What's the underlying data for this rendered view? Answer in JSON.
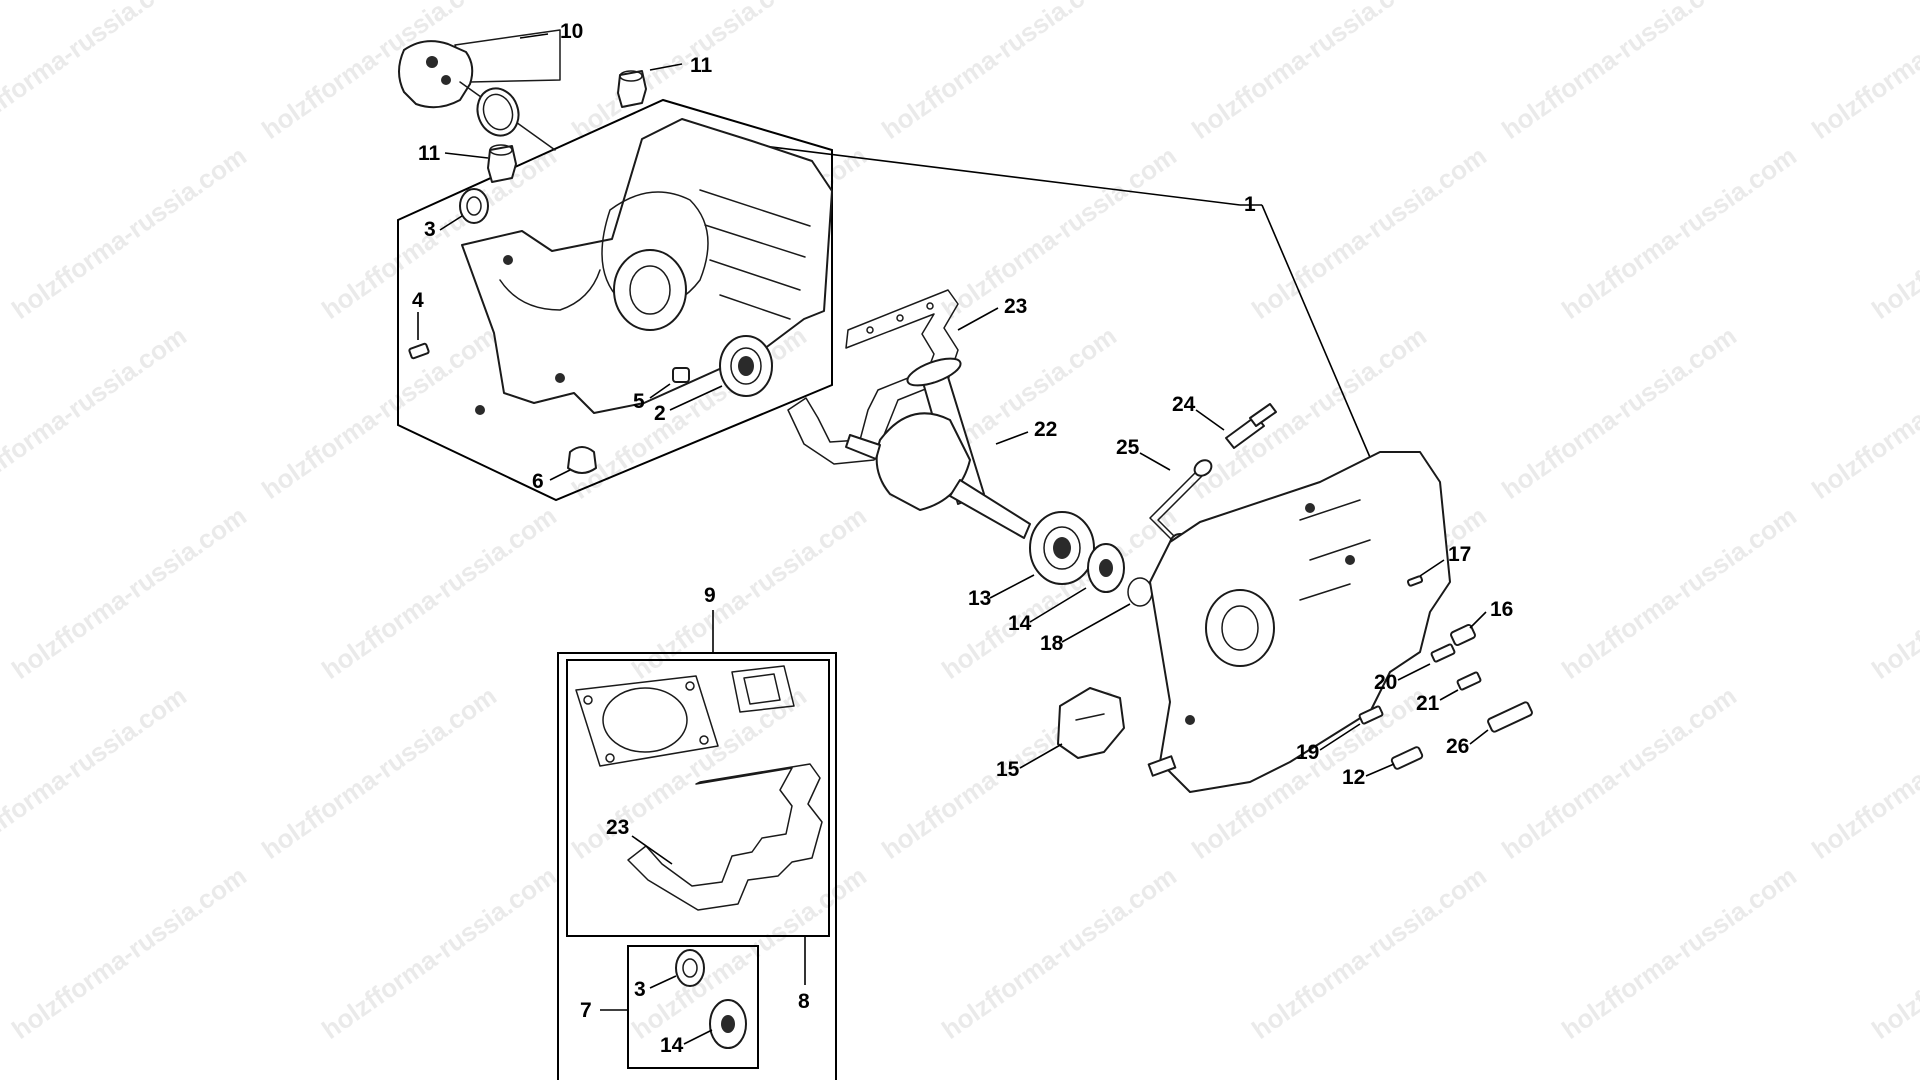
{
  "watermark": {
    "text": "holzfforma-russia.com",
    "color": "#d9d9d9"
  },
  "callouts": [
    {
      "id": "c10a",
      "label": "10"
    },
    {
      "id": "c11a",
      "label": "11"
    },
    {
      "id": "c11b",
      "label": "11"
    },
    {
      "id": "c1",
      "label": "1"
    },
    {
      "id": "c3a",
      "label": "3"
    },
    {
      "id": "c4",
      "label": "4"
    },
    {
      "id": "c23a",
      "label": "23"
    },
    {
      "id": "c5",
      "label": "5"
    },
    {
      "id": "c2",
      "label": "2"
    },
    {
      "id": "c22",
      "label": "22"
    },
    {
      "id": "c24",
      "label": "24"
    },
    {
      "id": "c25",
      "label": "25"
    },
    {
      "id": "c6",
      "label": "6"
    },
    {
      "id": "c17",
      "label": "17"
    },
    {
      "id": "c16",
      "label": "16"
    },
    {
      "id": "c13",
      "label": "13"
    },
    {
      "id": "c14a",
      "label": "14"
    },
    {
      "id": "c18",
      "label": "18"
    },
    {
      "id": "c9",
      "label": "9"
    },
    {
      "id": "c20",
      "label": "20"
    },
    {
      "id": "c21",
      "label": "21"
    },
    {
      "id": "c19",
      "label": "19"
    },
    {
      "id": "c26",
      "label": "26"
    },
    {
      "id": "c15",
      "label": "15"
    },
    {
      "id": "c12",
      "label": "12"
    },
    {
      "id": "c23b",
      "label": "23"
    },
    {
      "id": "c7",
      "label": "7"
    },
    {
      "id": "c3b",
      "label": "3"
    },
    {
      "id": "c8",
      "label": "8"
    },
    {
      "id": "c14b",
      "label": "14"
    }
  ]
}
